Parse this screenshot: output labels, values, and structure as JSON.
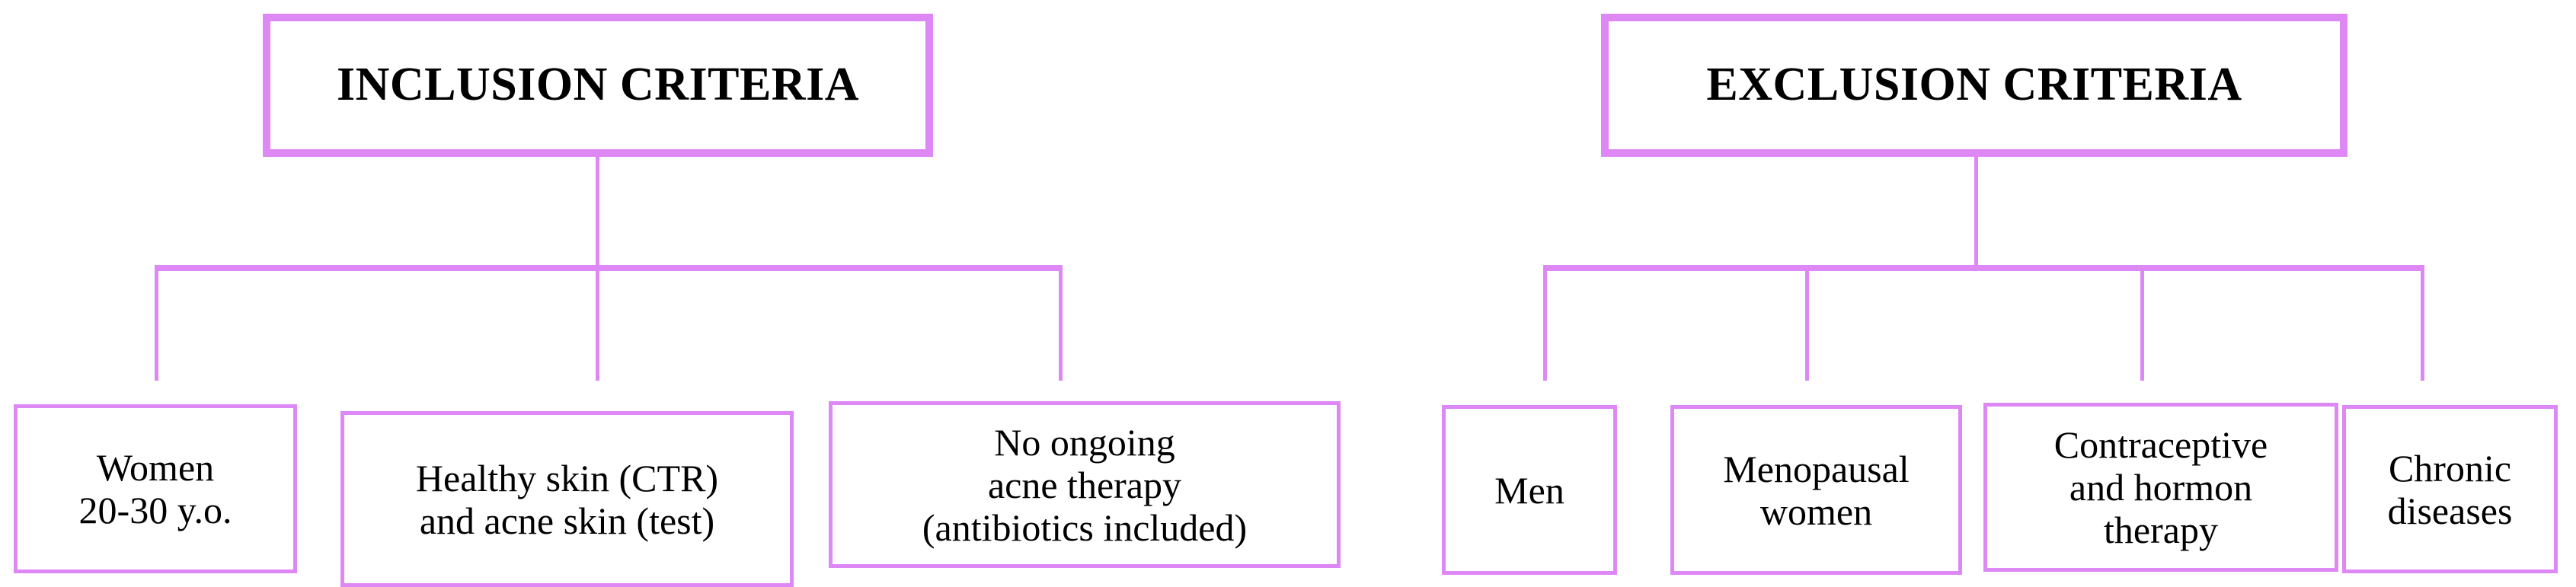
{
  "diagram": {
    "title_left": "INCLUSION CRITERIA",
    "title_right": "EXCLUSION CRITERIA",
    "accent_color": "#dd88f5",
    "text_color": "#000000",
    "background_color": "#ffffff",
    "branches": {
      "inclusion": [
        {
          "label": "Women\n20-30 y.o."
        },
        {
          "label": "Healthy skin (CTR)\nand acne skin (test)"
        },
        {
          "label": "No ongoing\nacne therapy\n(antibiotics included)"
        }
      ],
      "exclusion": [
        {
          "label": "Men"
        },
        {
          "label": "Menopausal\nwomen"
        },
        {
          "label": "Contraceptive\nand hormon\ntherapy"
        },
        {
          "label": "Chronic\ndiseases"
        }
      ]
    }
  }
}
